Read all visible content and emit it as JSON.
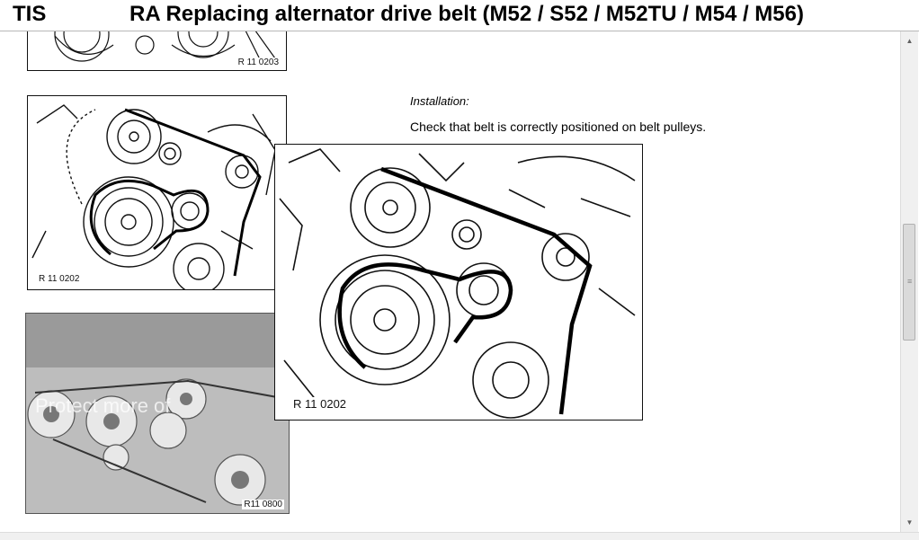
{
  "titlebar": {
    "app_name": "TIS",
    "document_title": "RA  Replacing alternator drive belt (M52 / S52 / M52TU / M54 / M56)"
  },
  "content": {
    "installation_heading": "Installation:",
    "installation_text": "Check that belt is correctly positioned on belt pulleys."
  },
  "figures": {
    "top_fragment_label": "R 11 0203",
    "belt_diagram_label": "R 11 0202",
    "enlarged_diagram_label": "R 11 0202",
    "photo_label": "R11 0800",
    "photo_watermark": "Protect more of"
  },
  "scrollbar": {
    "up_icon": "triangle-up-icon",
    "down_icon": "triangle-down-icon"
  }
}
